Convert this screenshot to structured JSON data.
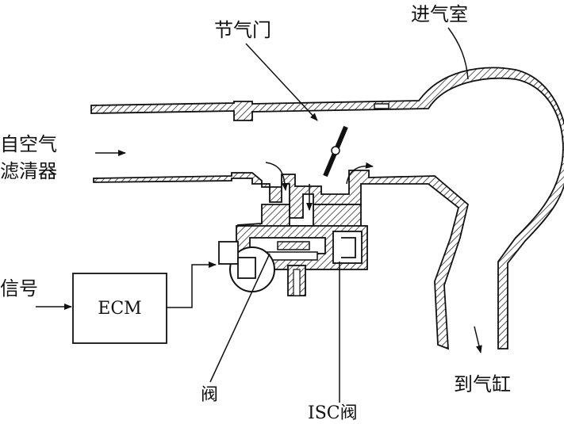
{
  "labels": {
    "throttle": "节气门",
    "plenum": "进气室",
    "from_filter_line1": "自空气",
    "from_filter_line2": "滤清器",
    "signal": "信号",
    "ecm": "ECM",
    "valve": "阀",
    "isc_valve": "ISC阀",
    "to_cylinder": "到气缸"
  },
  "colors": {
    "line": "#111111",
    "background": "#ffffff"
  }
}
